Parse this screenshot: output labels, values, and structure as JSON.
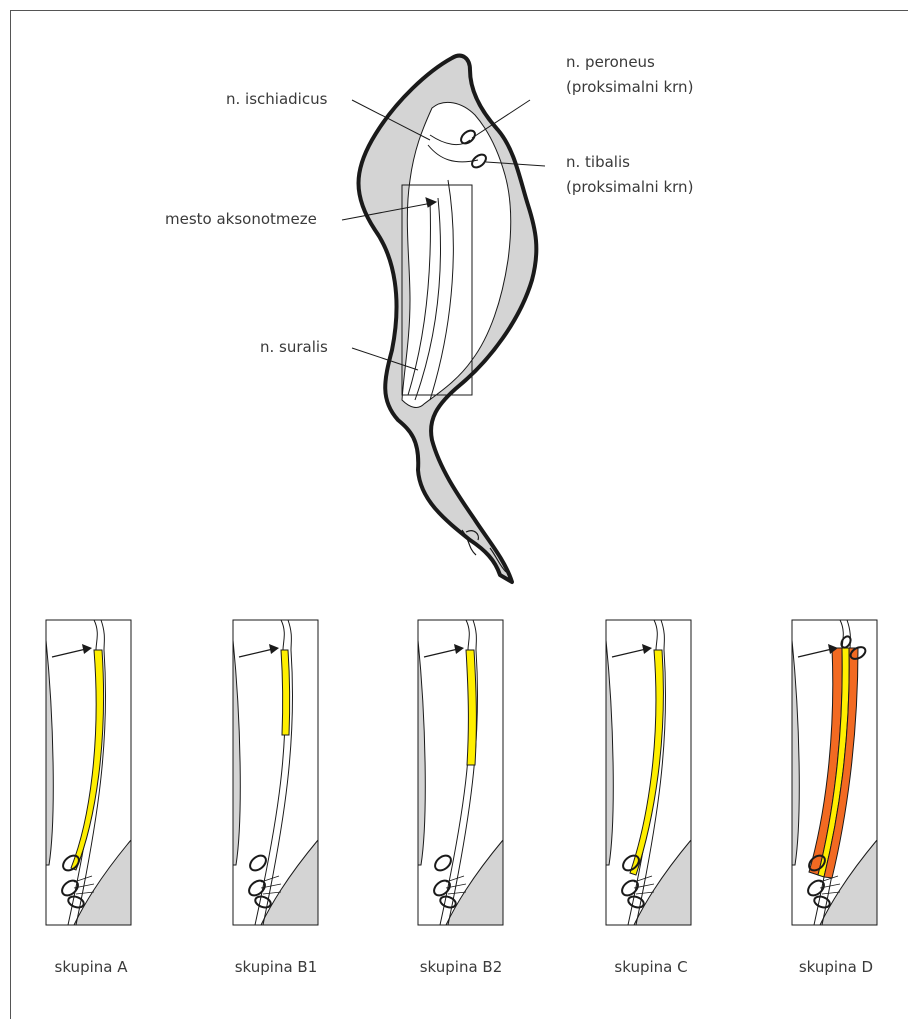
{
  "labels": {
    "ischiadicus": "n. ischiadicus",
    "peroneus": "n. peroneus",
    "peroneus_sub": "(proksimalni krn)",
    "tibialis": "n. tibalis",
    "tibialis_sub": "(proksimalni krn)",
    "axonotmesis": "mesto aksonotmeze",
    "suralis": "n. suralis"
  },
  "groups": [
    {
      "label": "skupina A"
    },
    {
      "label": "skupina B1"
    },
    {
      "label": "skupina B2"
    },
    {
      "label": "skupina C"
    },
    {
      "label": "skupina D"
    }
  ],
  "colors": {
    "limb_fill": "#d4d4d4",
    "graft_yellow": "#ffef00",
    "graft_orange": "#f26a22",
    "outline": "#1a1a1a"
  }
}
